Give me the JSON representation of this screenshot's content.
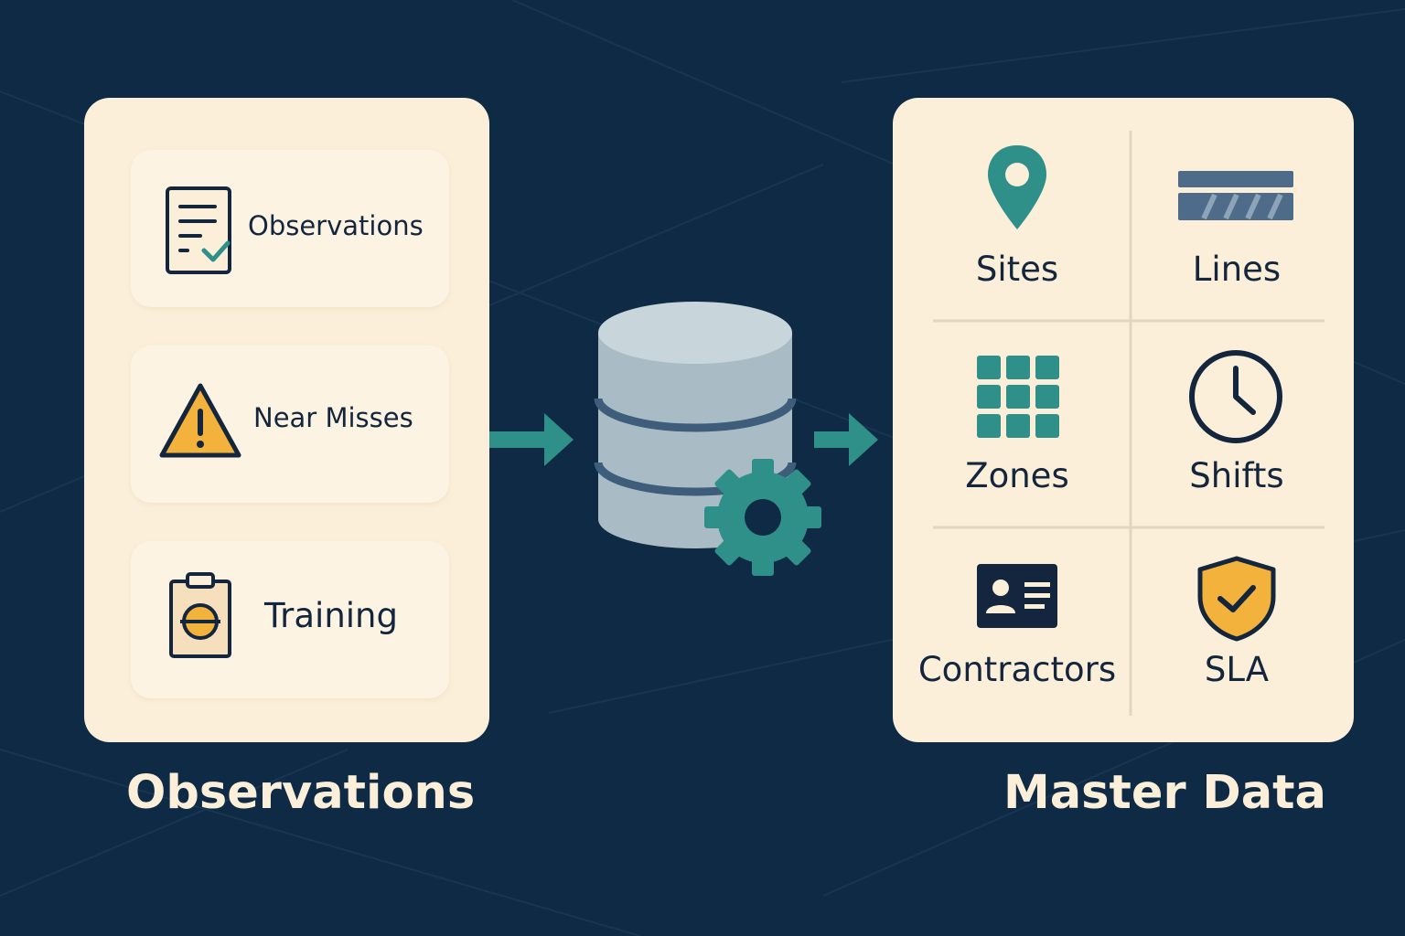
{
  "colors": {
    "background": "#0e2a45",
    "panel": "#fbefd9",
    "card": "#fdf3e3",
    "teal": "#2f8f89",
    "navy": "#14263d",
    "warning": "#f3b23c",
    "database": "#a9bcc5"
  },
  "left_panel": {
    "caption": "Observations",
    "cards": [
      {
        "label": "Observations",
        "icon": "clipboard-check-icon"
      },
      {
        "label": "Near Misses",
        "icon": "warning-triangle-icon"
      },
      {
        "label": "Training",
        "icon": "training-badge-icon"
      }
    ]
  },
  "center": {
    "icon": "database-gear-icon"
  },
  "right_panel": {
    "caption": "Master Data",
    "cells": [
      {
        "label": "Sites",
        "icon": "location-pin-icon"
      },
      {
        "label": "Lines",
        "icon": "conveyor-line-icon"
      },
      {
        "label": "Zones",
        "icon": "grid-zones-icon"
      },
      {
        "label": "Shifts",
        "icon": "clock-icon"
      },
      {
        "label": "Contractors",
        "icon": "id-card-icon"
      },
      {
        "label": "SLA",
        "icon": "shield-check-icon"
      }
    ]
  }
}
